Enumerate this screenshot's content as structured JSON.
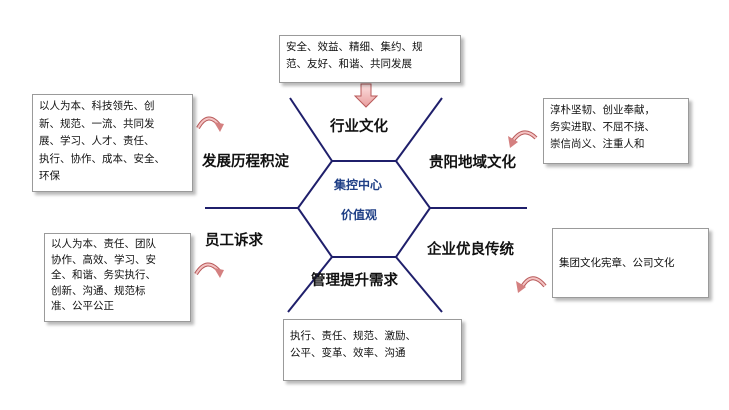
{
  "center": {
    "line1": "集控中心",
    "line2": "价值观"
  },
  "sectors": [
    {
      "id": "industry",
      "label": "行业文化",
      "description": "安全、效益、精细、集约、规\n范、友好、和谐、共同发展"
    },
    {
      "id": "region",
      "label": "贵阳地域文化",
      "description": "淳朴坚韧、创业奉献，\n务实进取、不屈不挠、\n崇信尚义、注重人和"
    },
    {
      "id": "tradition",
      "label": "企业优良传统",
      "description": "集团文化宪章、公司文化"
    },
    {
      "id": "management",
      "label": "管理提升需求",
      "description": "执行、责任、规范、激励、\n公平、变革、效率、沟通"
    },
    {
      "id": "employee",
      "label": "员工诉求",
      "description": "以人为本、责任、团队\n协作、高效、学习、安\n全、和谐、务实执行、\n创新、沟通、规范标\n准、公平公正"
    },
    {
      "id": "history",
      "label": "发展历程积淀",
      "description": "以人为本、科技领先、创\n新、规范、一流、共同发\n展、学习、人才、责任、\n执行、协作、成本、安全、\n环保"
    }
  ],
  "colors": {
    "line": "#1f1f6b",
    "center_text": "#1f3f86",
    "arrow_fill": "#f4c4c4",
    "arrow_stroke": "#b85a5a",
    "box_border": "#9a9a9a"
  },
  "icons": [
    "down-arrow-icon",
    "curved-arrow-icon"
  ]
}
